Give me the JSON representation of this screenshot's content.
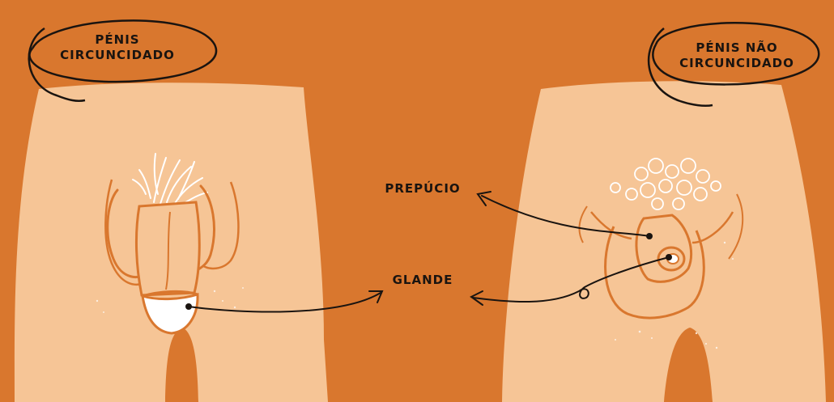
{
  "titles": {
    "left": [
      "PÉNIS",
      "CIRCUNCIDADO"
    ],
    "right": [
      "PÉNIS NÃO",
      "CIRCUNCIDADO"
    ]
  },
  "labels": {
    "prepucio": "PREPÚCIO",
    "glande": "GLANDE"
  },
  "colors": {
    "background": "#d9772e",
    "skin": "#f6c596",
    "outline": "#d9772e",
    "ink": "#1a1410",
    "glans": "#ffffff"
  }
}
